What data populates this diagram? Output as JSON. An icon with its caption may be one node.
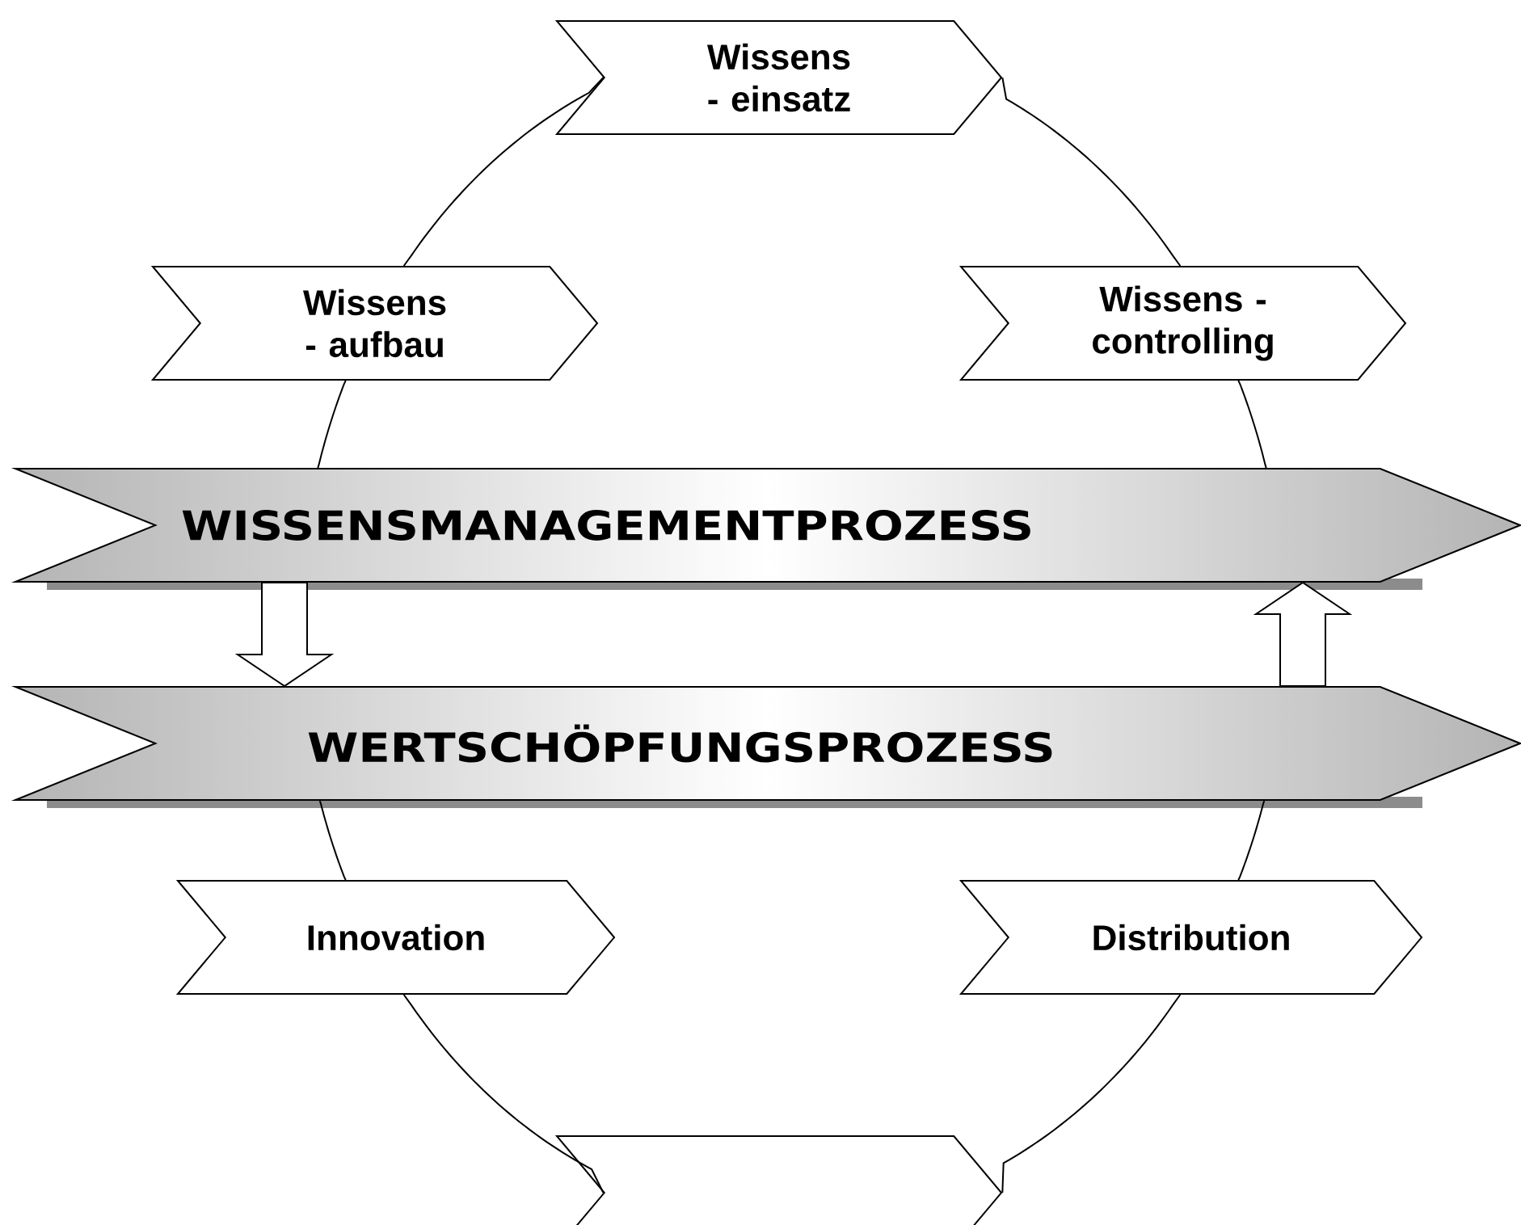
{
  "diagram": {
    "nodes": [
      {
        "text": [
          "Wissens - einsatz"
        ]
      },
      {
        "text": [
          "Wissens - aufbau"
        ]
      },
      {
        "text": [
          "Wissens - controlling"
        ]
      },
      {
        "text": [
          "WISSENSMANAGEMENTPROZESS"
        ]
      },
      {
        "text": [
          "WERTSCHÖPFUNGSPROZESS"
        ]
      },
      {
        "text": [
          "Innovation"
        ]
      },
      {
        "text": [
          "Distribution"
        ]
      },
      {
        "text": [],
        "shape": "chevron"
      }
    ],
    "edges": [
      {
        "from": 0,
        "to": 2,
        "arrow": "none"
      },
      {
        "from": 2,
        "to": 3,
        "arrow": "none"
      },
      {
        "from": 4,
        "to": 6,
        "arrow": "none"
      },
      {
        "from": 6,
        "to": 7,
        "arrow": "none"
      },
      {
        "from": 7,
        "to": 5,
        "arrow": "none"
      },
      {
        "from": 5,
        "to": 4,
        "arrow": "none"
      },
      {
        "from": 3,
        "to": 1,
        "arrow": "none"
      },
      {
        "from": 1,
        "to": 0,
        "arrow": "none"
      },
      {
        "from": 3,
        "to": 4,
        "arrow": "to"
      },
      {
        "from": 4,
        "to": 3,
        "arrow": "to"
      }
    ]
  }
}
